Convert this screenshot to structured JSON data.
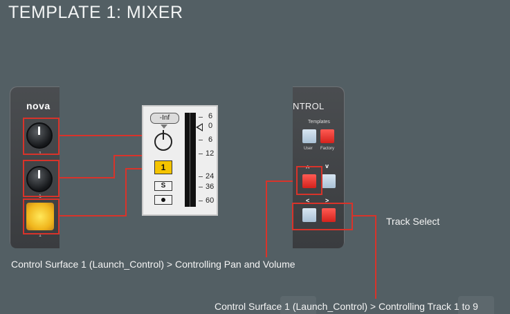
{
  "header": {
    "title": "TEMPLATE 1: MIXER"
  },
  "left_device": {
    "brand": "nova",
    "knob1_number": "1",
    "knob2_number": "1",
    "pad_number": "1"
  },
  "mixer": {
    "volume_readout": "-Inf",
    "track_number": "1",
    "solo_label": "S",
    "meter_ticks": [
      "6",
      "0",
      "6",
      "12",
      "24",
      "36",
      "60"
    ]
  },
  "right_device": {
    "label": "NTROL",
    "templates_label": "Templates",
    "user_label": "User",
    "factory_label": "Factory",
    "up_arrow": "^",
    "down_arrow": "v",
    "left_arrow": "<",
    "right_arrow": ">"
  },
  "annotations": {
    "track_select": "Track Select",
    "pan_volume_caption": "Control Surface 1 (Launch_Control) > Controlling Pan and Volume",
    "track_caption": "Control Surface 1 (Launch_Control) > Controlling Track 1 to 9"
  },
  "colors": {
    "background": "#535f64",
    "highlight": "#d9332a",
    "pad_yellow": "#f5c400",
    "pad_red": "#e0322b",
    "pad_blue": "#c8d9e8"
  }
}
